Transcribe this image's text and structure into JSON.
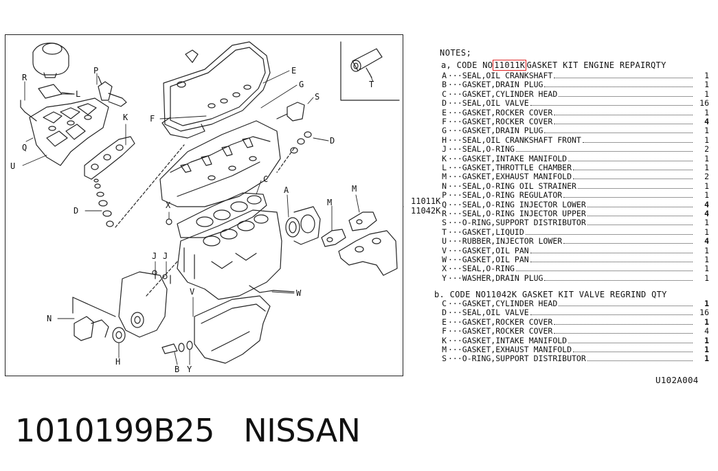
{
  "diagram": {
    "callouts": {
      "R": "R",
      "P": "P",
      "L": "L",
      "Q": "Q",
      "U": "U",
      "K": "K",
      "D1": "D",
      "F": "F",
      "E": "E",
      "G": "G",
      "S": "S",
      "D2": "D",
      "C": "C",
      "A": "A",
      "M1": "M",
      "M2": "M",
      "X": "X",
      "J1": "J",
      "J2": "J",
      "N": "N",
      "H": "H",
      "V": "V",
      "W": "W",
      "B": "B",
      "Y": "Y",
      "T": "T"
    },
    "side_codes": [
      "11011K",
      "11042K"
    ]
  },
  "notes": {
    "title": "NOTES;",
    "kit_a": {
      "marker": "a,",
      "prefix": "CODE NO",
      "code": "11011K",
      "name": "GASKET KIT ENGINE REPAIR",
      "qty_label": "QTY",
      "parts": [
        {
          "letter": "A",
          "desc": "···SEAL,OIL CRANKSHAFT",
          "qty": "1",
          "bold": false
        },
        {
          "letter": "B",
          "desc": "···GASKET,DRAIN PLUG",
          "qty": "1",
          "bold": false
        },
        {
          "letter": "C",
          "desc": "···GASKET,CYLINDER HEAD",
          "qty": "1",
          "bold": false
        },
        {
          "letter": "D",
          "desc": "···SEAL,OIL VALVE",
          "qty": "16",
          "bold": false
        },
        {
          "letter": "E",
          "desc": "···GASKET,ROCKER COVER",
          "qty": "1",
          "bold": false
        },
        {
          "letter": "F",
          "desc": "···GASKET,ROCKER COVER",
          "qty": "4",
          "bold": true
        },
        {
          "letter": "G",
          "desc": "···GASKET,DRAIN PLUG",
          "qty": "1",
          "bold": false
        },
        {
          "letter": "H",
          "desc": "···SEAL,OIL CRANKSHAFT FRONT",
          "qty": "1",
          "bold": false
        },
        {
          "letter": "J",
          "desc": "···SEAL,O-RING",
          "qty": "2",
          "bold": false
        },
        {
          "letter": "K",
          "desc": "···GASKET,INTAKE MANIFOLD",
          "qty": "1",
          "bold": false
        },
        {
          "letter": "L",
          "desc": "···GASKET,THROTTLE CHAMBER",
          "qty": "1",
          "bold": false
        },
        {
          "letter": "M",
          "desc": "···GASKET,EXHAUST MANIFOLD",
          "qty": "2",
          "bold": false
        },
        {
          "letter": "N",
          "desc": "···SEAL,O-RING OIL STRAINER",
          "qty": "1",
          "bold": false
        },
        {
          "letter": "P",
          "desc": "···SEAL,O-RING REGULATOR",
          "qty": "1",
          "bold": false
        },
        {
          "letter": "Q",
          "desc": "···SEAL,O-RING INJECTOR LOWER",
          "qty": "4",
          "bold": true
        },
        {
          "letter": "R",
          "desc": "···SEAL,O-RING INJECTOR UPPER",
          "qty": "4",
          "bold": true
        },
        {
          "letter": "S",
          "desc": "···O-RING,SUPPORT DISTRIBUTOR",
          "qty": "1",
          "bold": false
        },
        {
          "letter": "T",
          "desc": "···GASKET,LIQUID",
          "qty": "1",
          "bold": false
        },
        {
          "letter": "U",
          "desc": "···RUBBER,INJECTOR LOWER",
          "qty": "4",
          "bold": true
        },
        {
          "letter": "V",
          "desc": "···GASKET,OIL PAN",
          "qty": "1",
          "bold": false
        },
        {
          "letter": "W",
          "desc": "···GASKET,OIL PAN",
          "qty": "1",
          "bold": false
        },
        {
          "letter": "X",
          "desc": "···SEAL,O-RING",
          "qty": "1",
          "bold": false
        },
        {
          "letter": "Y",
          "desc": "···WASHER,DRAIN PLUG",
          "qty": "1",
          "bold": false
        }
      ]
    },
    "kit_b": {
      "marker": "b.",
      "prefix": "CODE NO",
      "code": "11042K",
      "name": "GASKET KIT VALVE REGRIND",
      "qty_label": "QTY",
      "parts": [
        {
          "letter": "C",
          "desc": "···GASKET,CYLINDER HEAD",
          "qty": "1",
          "bold": true
        },
        {
          "letter": "D",
          "desc": "···SEAL,OIL VALVE",
          "qty": "16",
          "bold": false
        },
        {
          "letter": "E",
          "desc": "···GASKET,ROCKER COVER",
          "qty": "1",
          "bold": true
        },
        {
          "letter": "F",
          "desc": "···GASKET,ROCKER COVER",
          "qty": "4",
          "bold": false
        },
        {
          "letter": "K",
          "desc": "···GASKET,INTAKE MANIFOLD",
          "qty": "1",
          "bold": true
        },
        {
          "letter": "M",
          "desc": "···GASKET,EXHAUST MANIFOLD",
          "qty": "1",
          "bold": true
        },
        {
          "letter": "S",
          "desc": "···O-RING,SUPPORT DISTRIBUTOR",
          "qty": "1",
          "bold": true
        }
      ]
    }
  },
  "figure_code": "U102A004",
  "footer": {
    "part_number": "1010199B25",
    "brand": "NISSAN"
  },
  "colors": {
    "highlight": "#e02020",
    "ink": "#111111"
  }
}
